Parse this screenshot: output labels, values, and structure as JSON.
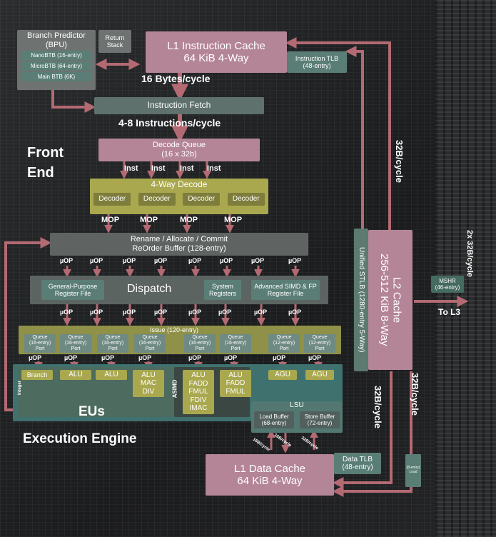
{
  "front_end_label": "Front\nEnd",
  "bpu": {
    "title": "Branch Predictor\n(BPU)",
    "nano": "NanoBTB (16-entry)",
    "micro": "MicroBTB (64-entry)",
    "main": "Main BTB (6K)"
  },
  "return_stack": "Return\nStack",
  "l1i": "L1 Instruction Cache\n64 KiB 4-Way",
  "itlb": "Instruction TLB\n(48-entry)",
  "bytes_per_cycle": "16 Bytes/cycle",
  "instruction_fetch": "Instruction Fetch",
  "instr_per_cycle": "4-8 Instructions/cycle",
  "decode_queue": "Decode Queue\n(16 x 32b)",
  "inst_label": "Inst",
  "decode": {
    "title": "4-Way Decode",
    "decoder": "Decoder"
  },
  "mop_label": "MOP",
  "rename": "Rename / Allocate / Commit\nReOrder Buffer (128-entry)",
  "uop_label": "µOP",
  "gpr": "General-Purpose\nRegister File",
  "dispatch": "Dispatch",
  "sysreg": "System\nRegisters",
  "simd_rf": "Advanced SIMD & FP\nRegister File",
  "issue": "Issue (120-entry)",
  "queue16": "Queue\n(16-entry)\nPort",
  "queue12": "Queue\n(12-entry)\nPort",
  "eus": {
    "branch": "Branch",
    "alu": "ALU",
    "alu_mac_div": "ALU\nMAC\nDIV",
    "alu_fadd_fmul_fdiv_imac": "ALU\nFADD\nFMUL\nFDIV\nIMAC",
    "alu_fadd_fmul": "ALU\nFADD\nFMUL",
    "agu": "AGU",
    "integer": "Integer",
    "asimd": "ASIMD",
    "eus_label": "EUs"
  },
  "lsu": {
    "title": "LSU",
    "load_buffer": "Load Buffer\n(68-entry)",
    "store_buffer": "Store Buffer\n(72-entry)"
  },
  "execution_engine": "Execution Engine",
  "l1d": "L1 Data Cache\n64 KiB 4-Way",
  "dtlb": "Data TLB\n(48-entry)",
  "stlb": "Unified STLB (1280-entry 5-Way)",
  "l2": "L2 Cache\n256-512 KiB 8-Way",
  "mshr": "MSHR\n(46-entry)",
  "to_l3": "To L3",
  "bw_l2_l1i": "32B/cycle",
  "bw_l3": "2x 32B/cycle",
  "bw_l2_l1d_a": "32B/cycle",
  "bw_l2_l1d_b": "32B/cycle",
  "bw_load_16": "16B/cycle",
  "bw_store": "16B/cycle",
  "bw_load_32": "32B/cycle",
  "misc_vertical": "(8-entry)\nLoad",
  "colors": {
    "arrow": "#b36a72",
    "pink": "#b48597",
    "olive": "#a9a84e",
    "teal": "#5a7e76"
  }
}
